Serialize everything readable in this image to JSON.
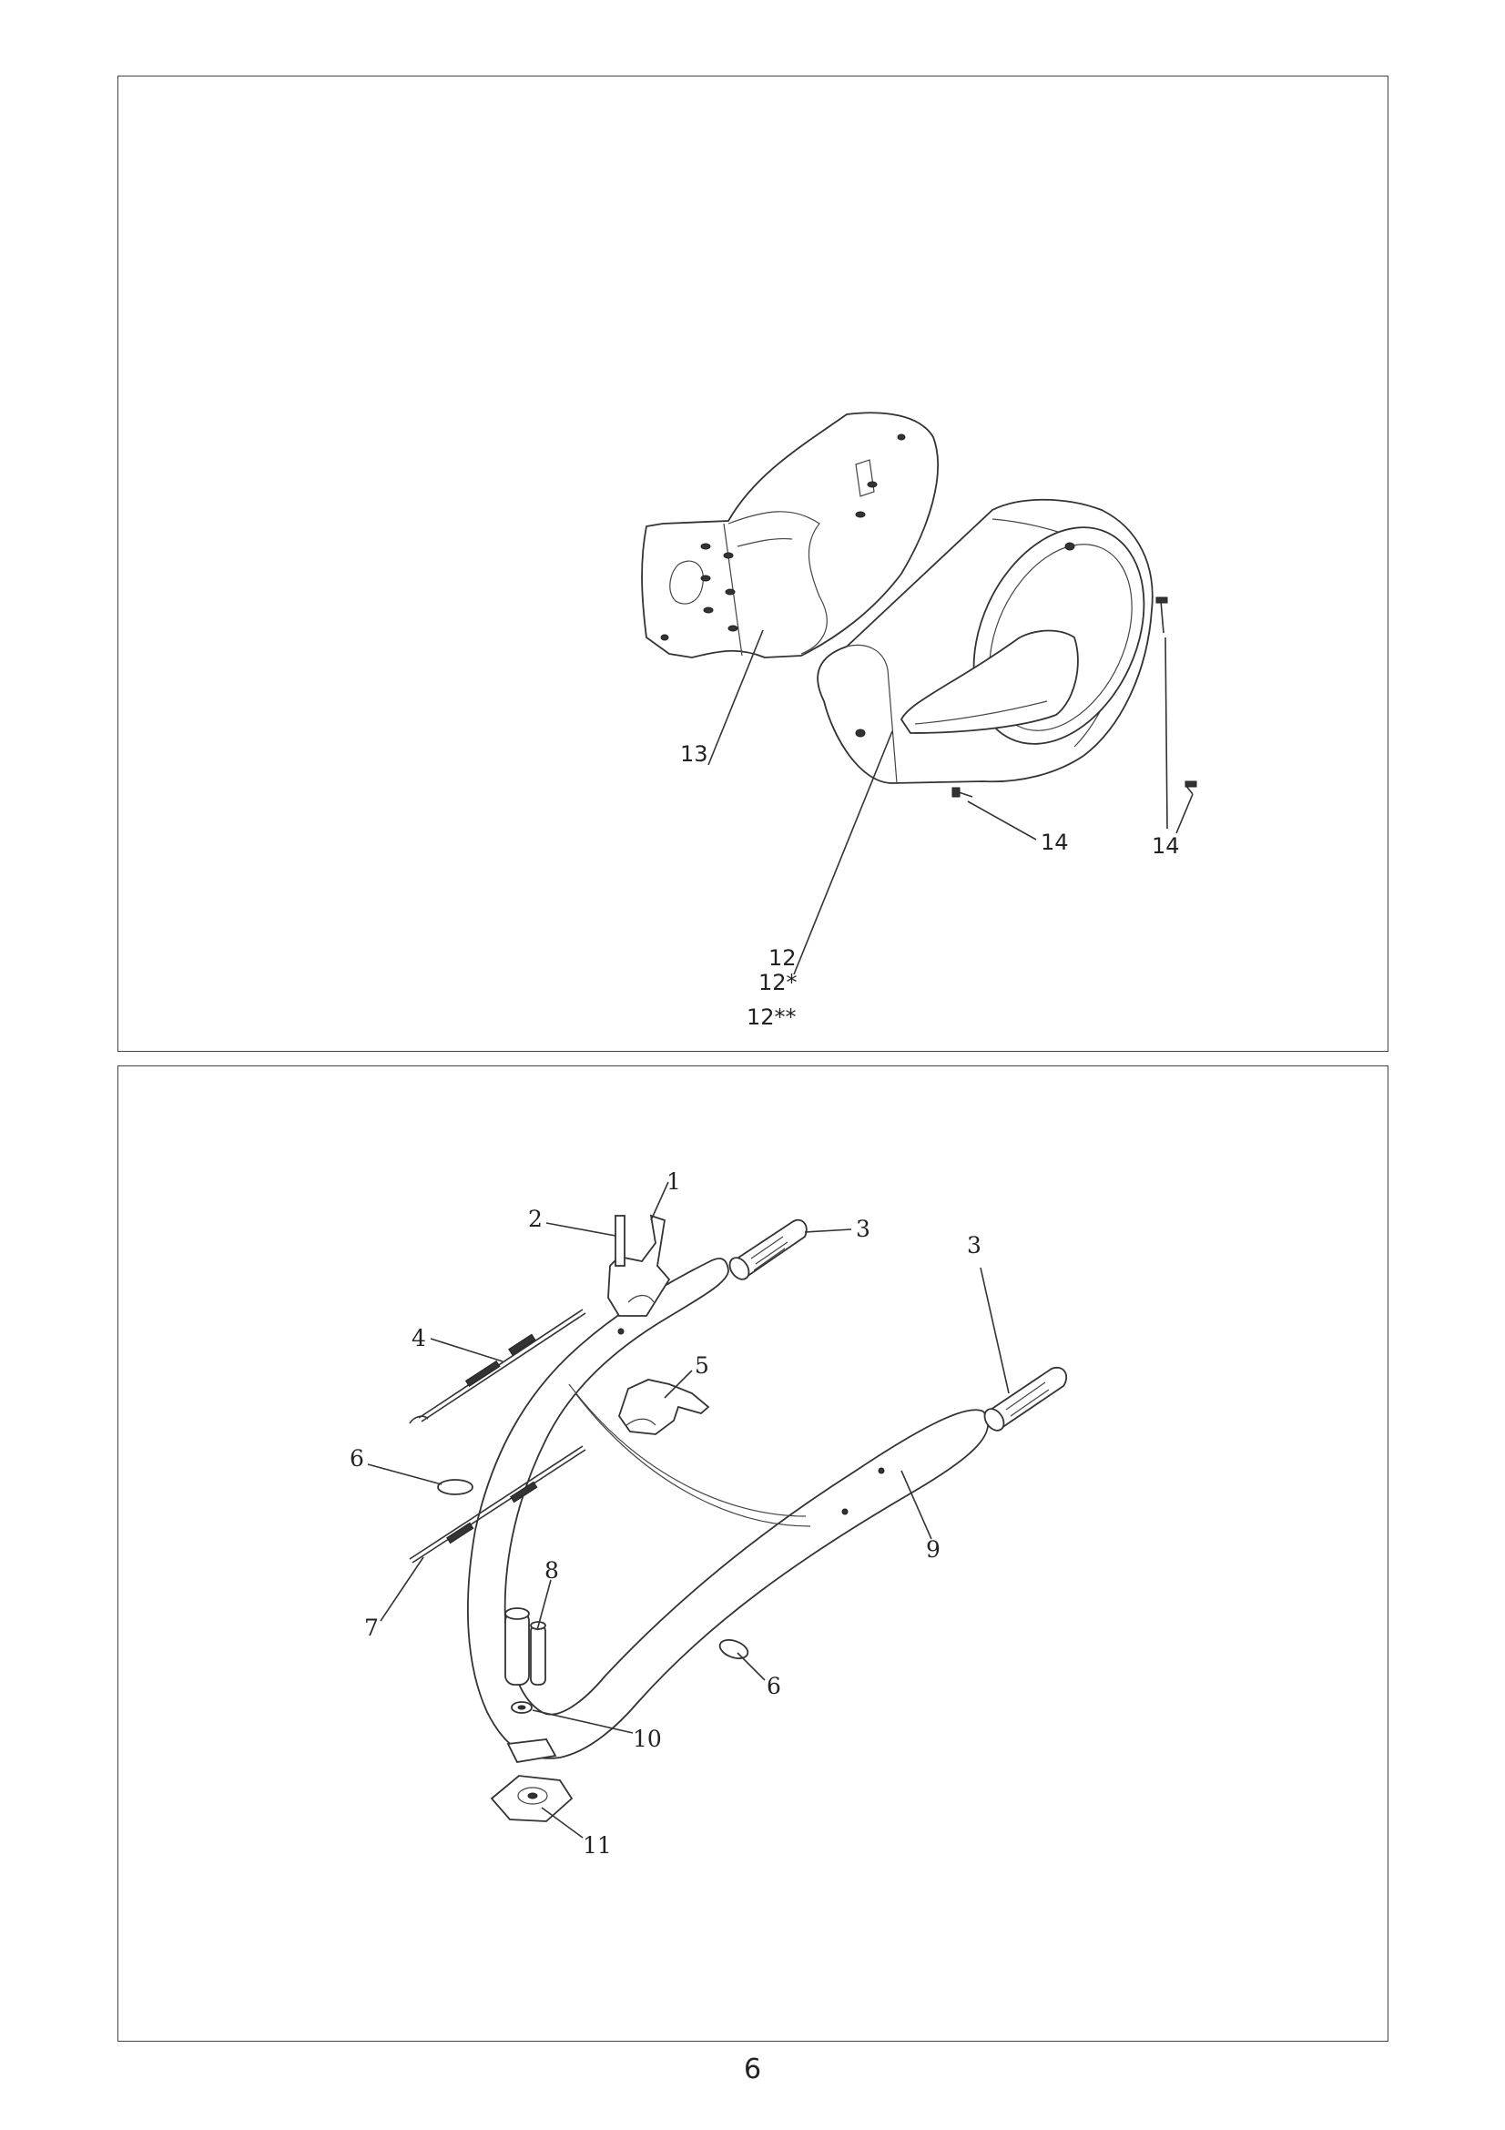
{
  "top_diagram": {
    "labels": {
      "l13": "13",
      "l14a": "14",
      "l14b": "14",
      "l12": "12",
      "l12s": "12*",
      "l12ss": "12**"
    }
  },
  "bottom_diagram": {
    "labels": {
      "l1": "1",
      "l2": "2",
      "l3a": "3",
      "l3b": "3",
      "l4": "4",
      "l5": "5",
      "l6a": "6",
      "l6b": "6",
      "l7": "7",
      "l8": "8",
      "l9": "9",
      "l10": "10",
      "l11": "11"
    }
  },
  "page_number": "6"
}
